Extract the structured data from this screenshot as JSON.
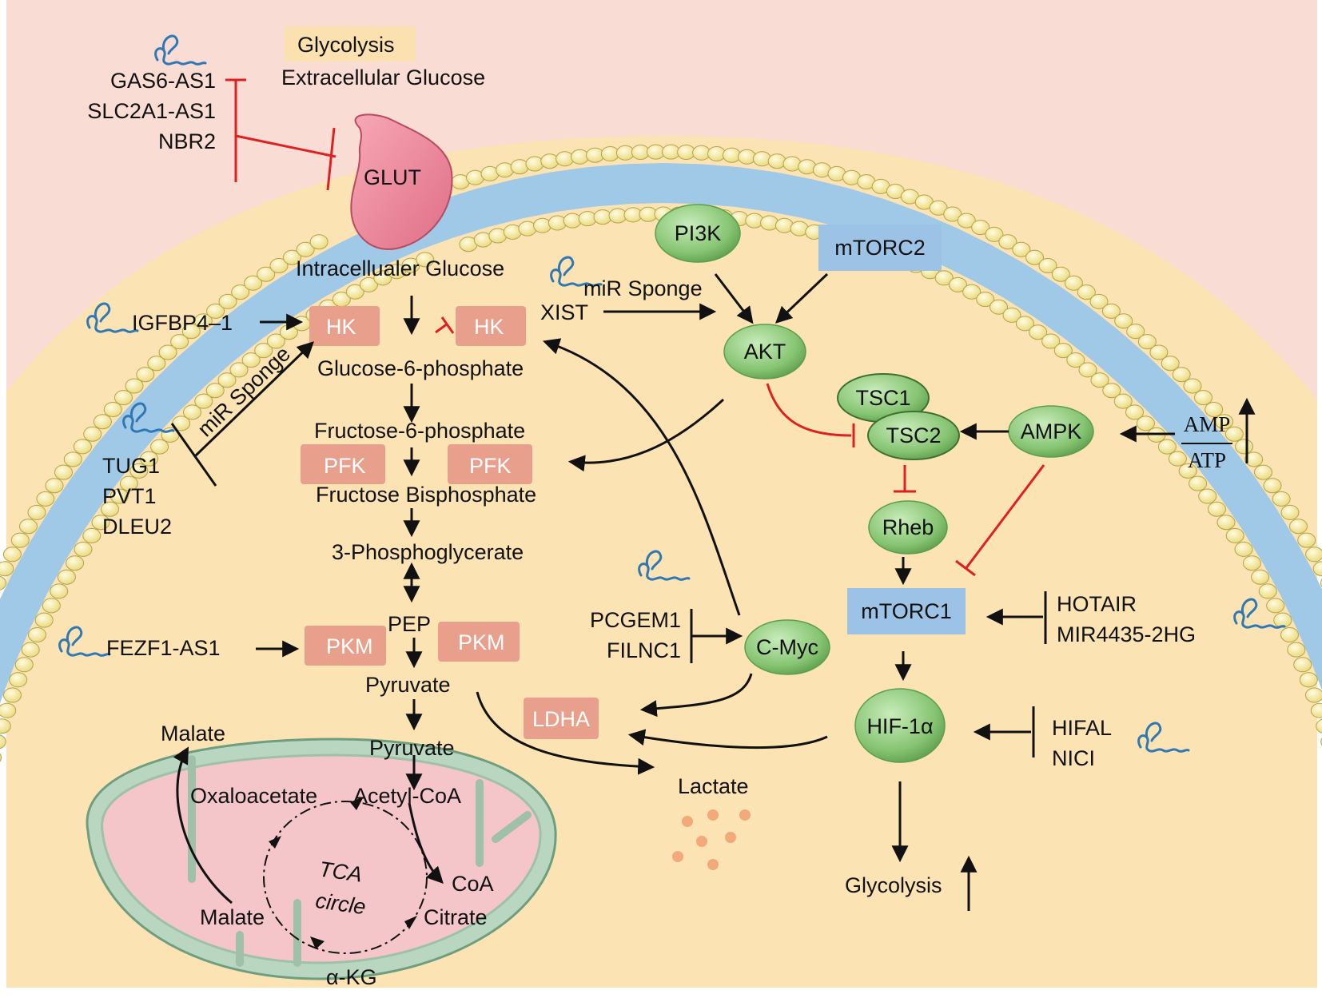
{
  "title_box": "Glycolysis",
  "extracellular": "Extracellular Glucose",
  "glut": "GLUT",
  "lnc_glut": [
    "GAS6-AS1",
    "SLC2A1-AS1",
    "NBR2"
  ],
  "intracellular": "Intracellualer Glucose",
  "igfbp": "IGFBP4–1",
  "hk": "HK",
  "g6p": "Glucose-6-phosphate",
  "f6p": "Fructose-6-phosphate",
  "pfk": "PFK",
  "fbp": "Fructose Bisphosphate",
  "pg3": "3-Phosphoglycerate",
  "pep": "PEP",
  "pkm": "PKM",
  "pyruvate": "Pyruvate",
  "ldha": "LDHA",
  "lactate": "Lactate",
  "tug_group": [
    "TUG1",
    "PVT1",
    "DLEU2"
  ],
  "mir_sponge": "miR Sponge",
  "xist": "XIST",
  "fezf": "FEZF1-AS1",
  "pcgem": [
    "PCGEM1",
    "FILNC1"
  ],
  "cmyc": "C-Myc",
  "pi3k": "PI3K",
  "mtorc2": "mTORC2",
  "akt": "AKT",
  "tsc1": "TSC1",
  "tsc2": "TSC2",
  "ampk": "AMPK",
  "amp": "AMP",
  "atp": "ATP",
  "rheb": "Rheb",
  "mtorc1": "mTORC1",
  "hotair": [
    "HOTAIR",
    "MIR4435-2HG"
  ],
  "hif": "HIF-1α",
  "hifal": [
    "HIFAL",
    "NICI"
  ],
  "glycolysis_bottom": "Glycolysis",
  "mito": {
    "malate_out": "Malate",
    "pyruvate_in": "Pyruvate",
    "oxaloacetate": "Oxaloacetate",
    "acetyl": "Acetyl-CoA",
    "coa": "CoA",
    "tca": "TCA",
    "circle": "circle",
    "malate_in": "Malate",
    "citrate": "Citrate",
    "akg": "α-KG"
  },
  "colors": {
    "extracellular_bg": "#f9dcd3",
    "cytoplasm_bg": "#fbe3b4",
    "enzyme_box": "#e8a08c",
    "title_box": "#fbe0b0",
    "green_node": "#8fcb7d",
    "blue_box": "#9cc3e6",
    "inhibit": "#e02020",
    "mito_outer": "#b9d6c1",
    "mito_inner": "#f4c6c9",
    "rna": "#2f78b4"
  }
}
